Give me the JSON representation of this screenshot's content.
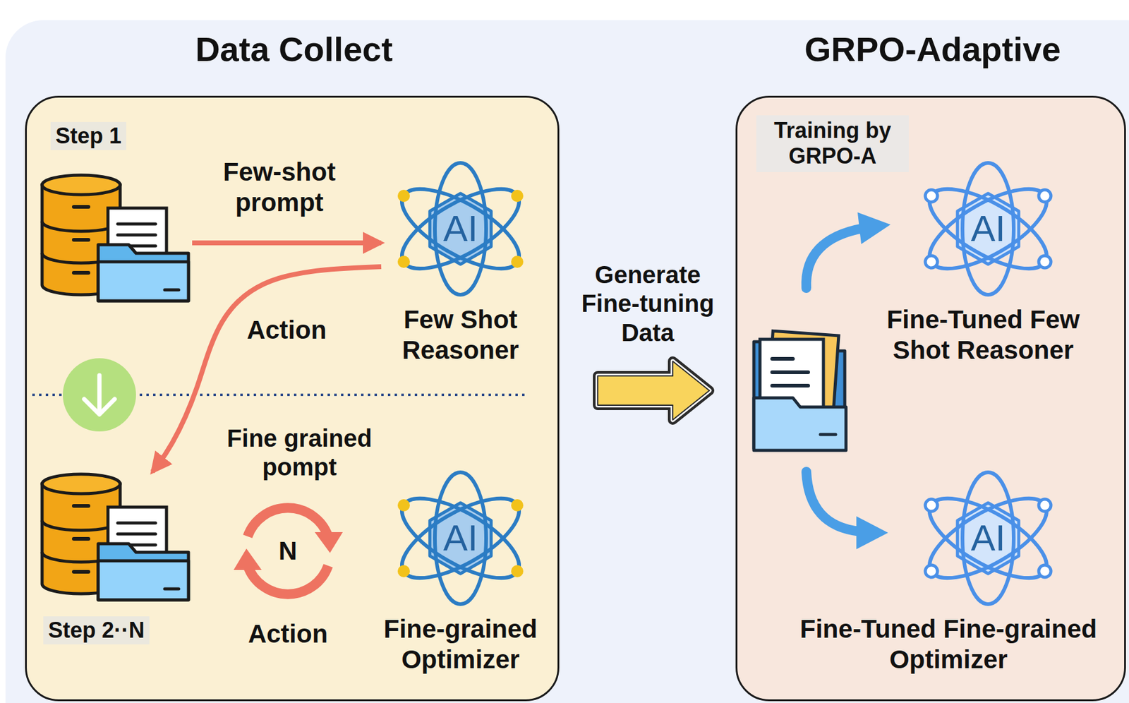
{
  "diagram": {
    "nodes": [
      {
        "text": [
          "Data Collect"
        ]
      },
      {
        "text": [
          "Step 1"
        ],
        "in": 0
      },
      {
        "text": [
          "AI",
          "Few Shot Reasoner"
        ],
        "in": 0
      },
      {
        "text": [
          "Step 2··N"
        ],
        "in": 0
      },
      {
        "text": [
          "AI",
          "Fine-grained Optimizer"
        ],
        "in": 0
      },
      {
        "text": [
          "GRPO-Adaptive"
        ]
      },
      {
        "text": [
          "AI",
          "Fine-Tuned Few Shot Reasoner"
        ],
        "in": 5
      },
      {
        "text": [
          "AI",
          "Fine-Tuned Fine-grained Optimizer"
        ],
        "in": 5
      }
    ],
    "edges": [
      {
        "from": 1,
        "to": 2,
        "arrow": "to",
        "label": "Few-shot prompt"
      },
      {
        "from": 2,
        "to": 3,
        "arrow": "to",
        "label": "Action"
      },
      {
        "from": 0,
        "to": 5,
        "arrow": "to",
        "label": "Generate Fine-tuning Data"
      }
    ],
    "labels": [
      "Training by GRPO-A",
      "Fine grained pompt",
      "N",
      "Action"
    ]
  }
}
